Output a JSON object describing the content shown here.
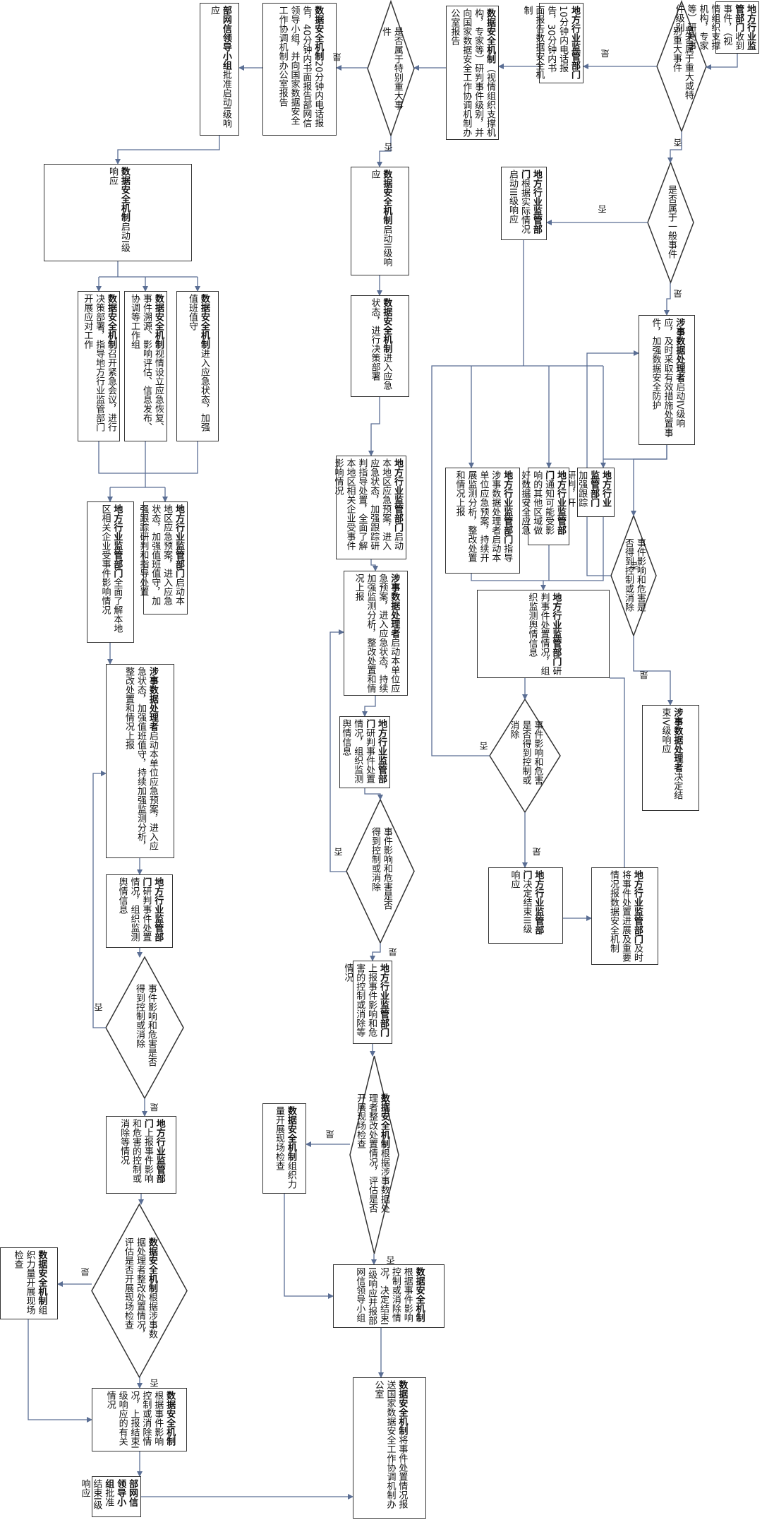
{
  "labels": {
    "yes": "是",
    "no": "否"
  },
  "colors": {
    "line": "#5a6e94",
    "border": "#333333"
  },
  "nodes": {
    "n1": {
      "bold": "地方行业监管部门",
      "text": "收到事件，（视情组织支撑机构，专家等）研判事件级别"
    },
    "d1": {
      "bold": "",
      "text": "是否属于重大或特别重大事件"
    },
    "n2": {
      "bold": "地方行业监管部门",
      "text": "10分钟内电话报告，30分钟内书面报告数据安全机制"
    },
    "n3": {
      "bold": "数据安全机制",
      "text": "（视情组织支撑机构，专家等）研判事件级别，并向国家数据安全工作协调机制办公室报告"
    },
    "d2": {
      "bold": "",
      "text": "是否属于特别重大事件"
    },
    "n4": {
      "bold": "数据安全机制",
      "text": "20分钟内电话报告，40分钟内书面报告部网信领导小组，并向国家数据安全工作协调机制办公室报告"
    },
    "n5": {
      "bold": "部网信领导小组",
      "text": "批准启动I级响应"
    },
    "n6": {
      "bold": "数据安全机制",
      "text": "启动I级响应"
    },
    "n7a": {
      "bold": "数据安全机制",
      "text": "进入应急状态，加强值班值守"
    },
    "n7b": {
      "bold": "数据安全机制",
      "text": "视情设立应急恢复、事件溯源、影响评估、信息发布、协调等工作组"
    },
    "n7c": {
      "bold": "数据安全机制",
      "text": "召开紧急会议，进行决策部署，指导地方行业监管部门开展应对工作"
    },
    "n8a": {
      "bold": "地方行业监管部门",
      "text": "启动本地区应急预案，进入应急状态，加强值班值守，加强跟踪研判和指导处置"
    },
    "n8b": {
      "bold": "地方行业监管部门",
      "text": "全面了解本地区相关企业受事件影响情况"
    },
    "n9": {
      "bold": "涉事数据处理者",
      "text": "启动本单位应急预案，进入应急状态，加强值班值守，持续加强监测分析，整改处置和情况上报"
    },
    "n10": {
      "bold": "地方行业监管部门",
      "text": "研判事件处置情况，组织监测舆情信息"
    },
    "d3": {
      "bold": "",
      "text": "事件影响和危害是否得到控制或消除"
    },
    "n11": {
      "bold": "地方行业监管部门",
      "text": "上报事件影响和危害的控制或消除等情况"
    },
    "d4": {
      "bold": "数据安全机制",
      "text": "根据涉事数据处理者整改处置情况，评估是否开展现场检查"
    },
    "n12": {
      "bold": "数据安全机制",
      "text": "组织力量开展现场检查"
    },
    "n13": {
      "bold": "数据安全机制",
      "text": "根据事件影响控制或消除情况，上报结束I级响应的有关情况"
    },
    "n14": {
      "bold": "部网信领导小组",
      "text": "批准结束I级响应"
    },
    "n15": {
      "bold": "数据安全机制",
      "text": "启动II级响应"
    },
    "n16": {
      "bold": "数据安全机制",
      "text": "进入应急状态，进行决策部署"
    },
    "n17": {
      "bold": "地方行业监管部门",
      "text": "启动本地区应急预案，进入应急状态，加强跟踪研判指导处置，全面了解本地区相关企业受事件影响情况"
    },
    "n18": {
      "bold": "涉事数据处理者",
      "text": "启动本单位应急预案，进入应急状态，持续加强监测分析，整改处置和情况上报"
    },
    "n19": {
      "bold": "地方行业监管部门",
      "text": "研判事件处置情况，组织监测舆情信息"
    },
    "d5": {
      "bold": "",
      "text": "事件影响和危害是否得到控制或消除"
    },
    "n20": {
      "bold": "地方行业监管部门",
      "text": "上报事件影响和危害的控制或消除等情况"
    },
    "d6": {
      "bold": "数据安全机制",
      "text": "根据涉事数据处理者整改处置情况，评估是否开展现场检查"
    },
    "n21": {
      "bold": "数据安全机制",
      "text": "组织力量开展现场检查"
    },
    "n22": {
      "bold": "数据安全机制",
      "text": "根据事件影响控制或消除情况，决定结束II级响应并报部网信领导小组"
    },
    "n23": {
      "bold": "数据安全机制",
      "text": "将事件处置情况报送国家数据安全工作协调机制办公室"
    },
    "d7": {
      "bold": "",
      "text": "是否属于一般事件"
    },
    "n24": {
      "bold": "地方行业监管部门",
      "text": "根据实际情况启动III级响应"
    },
    "n25": {
      "bold": "涉事数据处理者",
      "text": "启动IV级响应，及时采取有效措施处置事件，加强数据安全防护"
    },
    "n26a": {
      "bold": "地方行业监管部门",
      "text": "加强跟踪研判，开展事件处置"
    },
    "n26b": {
      "bold": "地方行业监管部门",
      "text": "通知可能受影响的其他区域做好数据安全应急处置工作"
    },
    "n26c": {
      "bold": "地方行业监管部门",
      "text": "指导涉事数据处理者启动本单位应急预案，持续开展监测分析，整改处置和情况上报"
    },
    "n27": {
      "bold": "地方行业监管部门",
      "text": "研判事件处置情况，组织监测舆情信息"
    },
    "d8": {
      "bold": "",
      "text": "事件影响和危害是否得到控制或消除"
    },
    "n28": {
      "bold": "地方行业监管部门",
      "text": "决定结束III级响应"
    },
    "n29": {
      "bold": "地方行业监管部门",
      "text": "及时将事件处置进展及重要情况报数据安全机制"
    },
    "d9": {
      "bold": "",
      "text": "事件影响和危害是否得到控制或消除"
    },
    "n30": {
      "bold": "涉事数据处理者",
      "text": "决定结束IV级响应"
    }
  }
}
